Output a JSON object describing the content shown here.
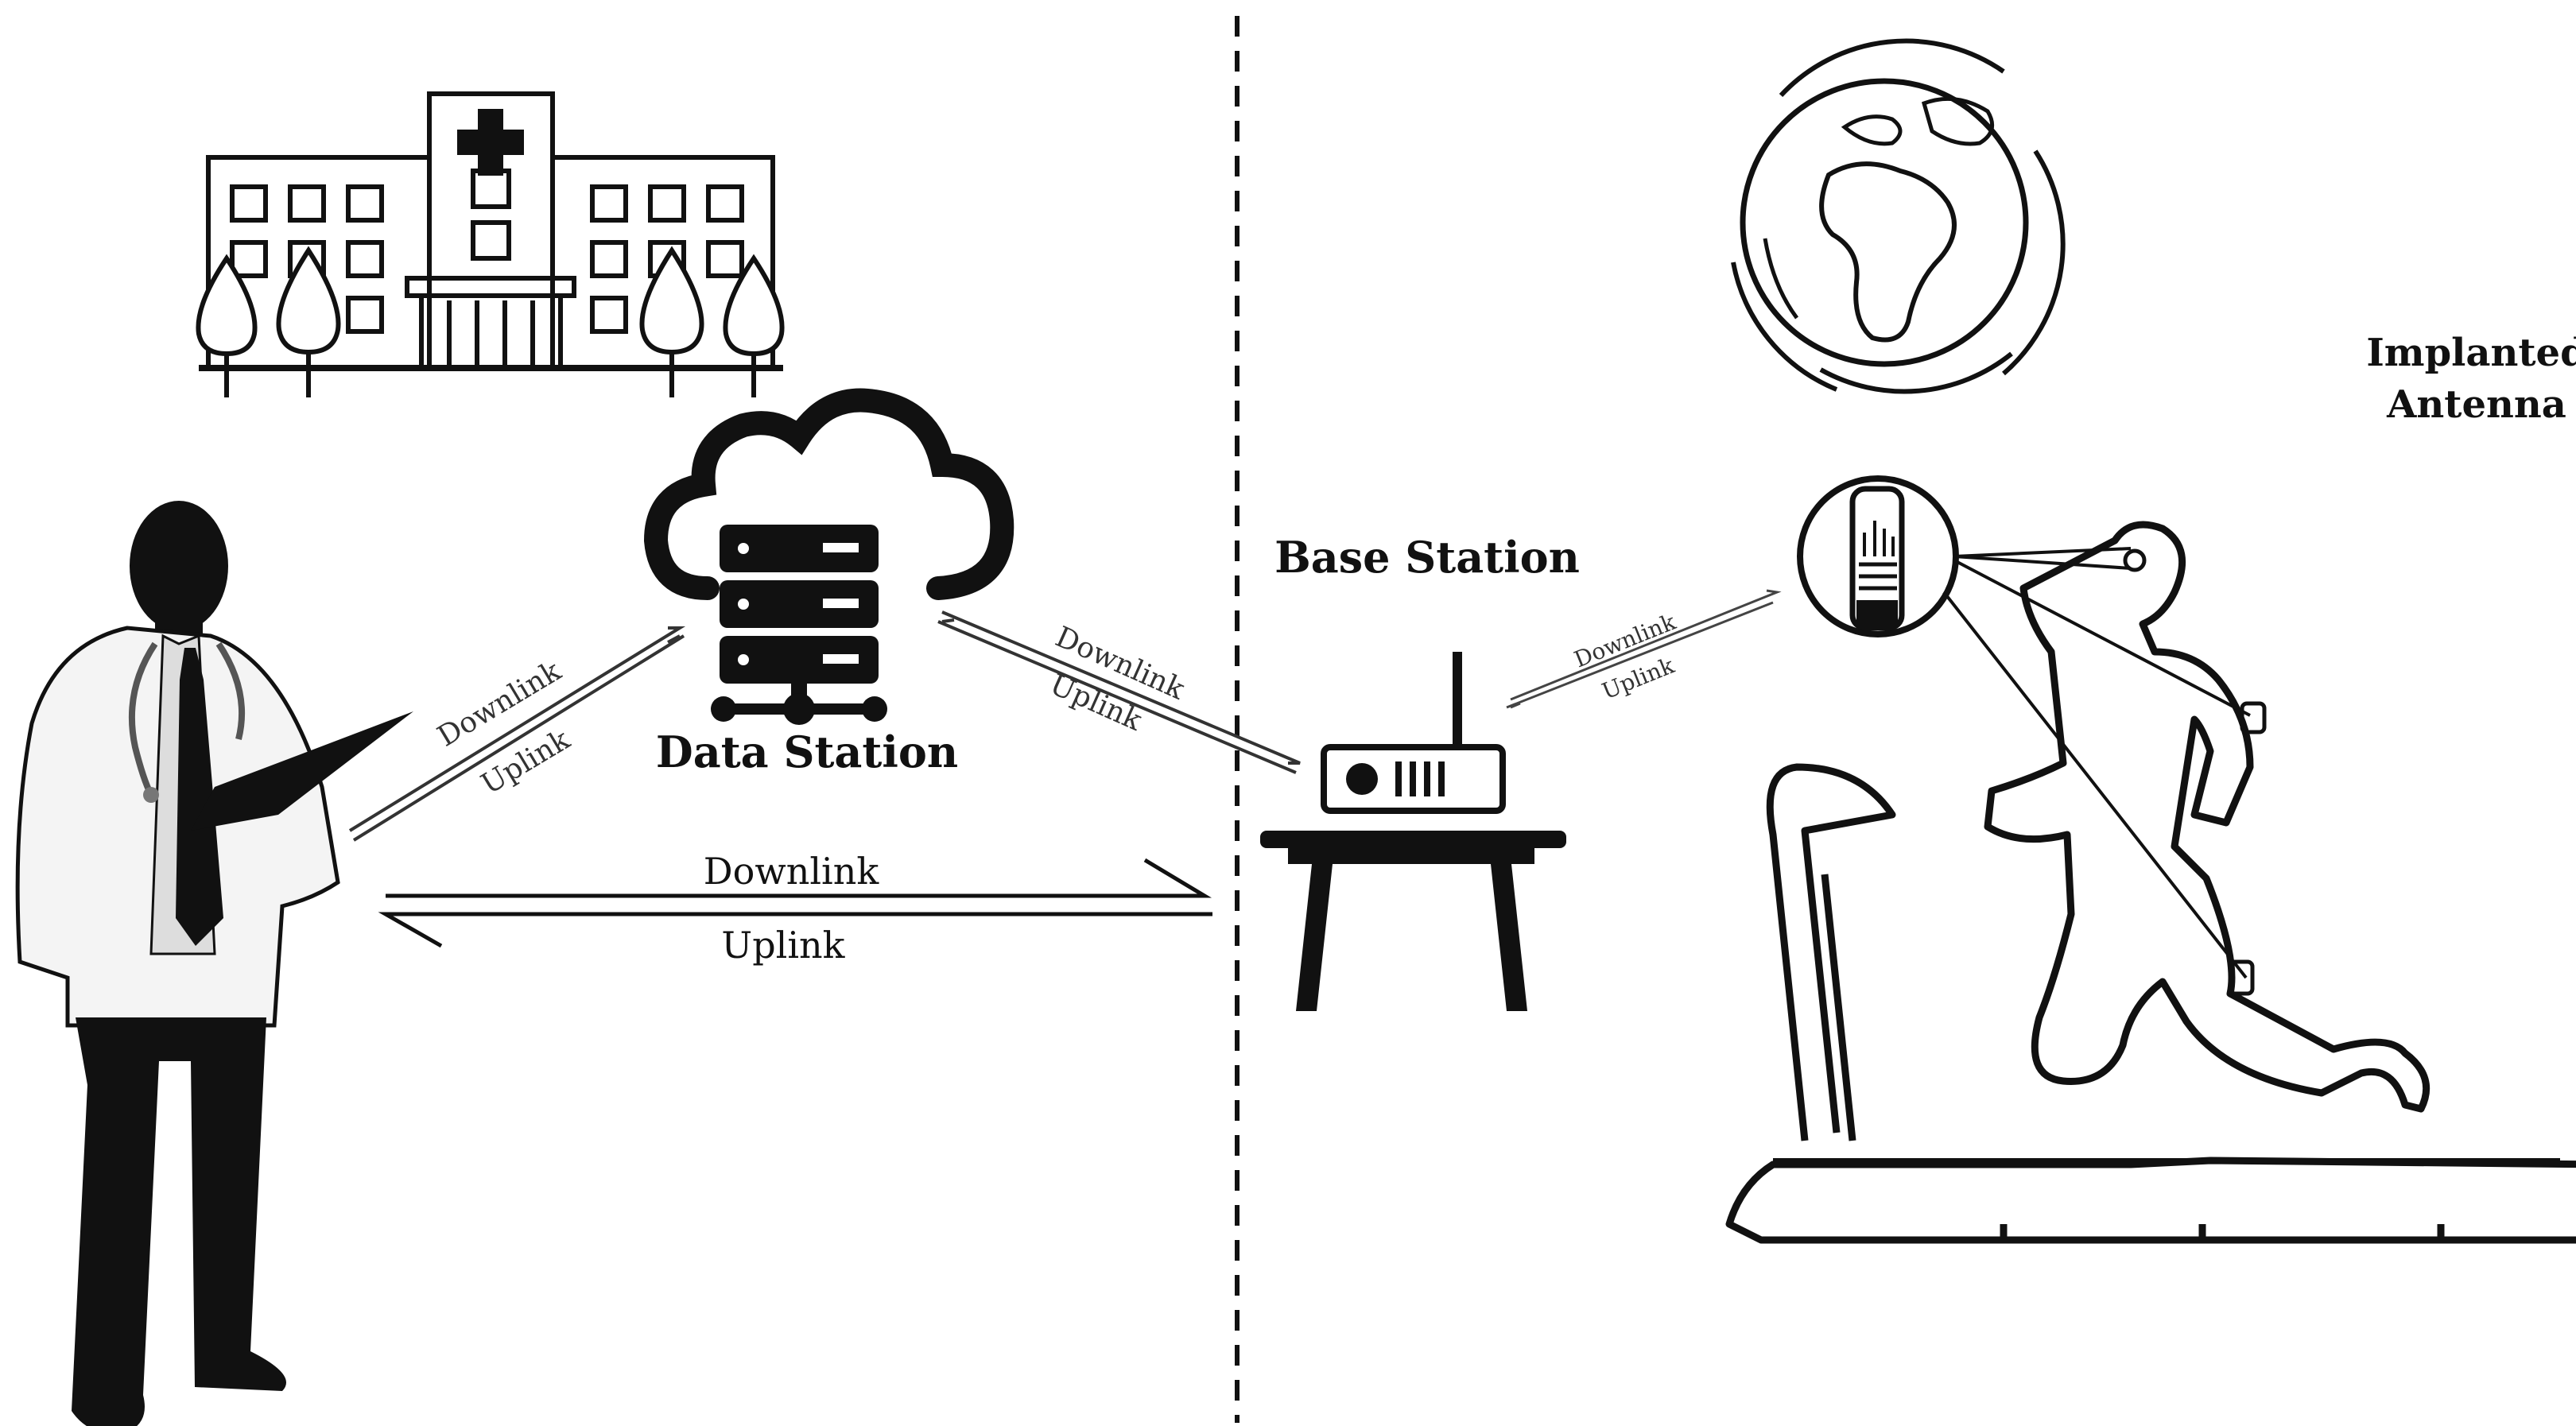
{
  "labels": {
    "data_station": "Data Station",
    "base_station": "Base Station",
    "implanted_antenna_line1": "Implanted",
    "implanted_antenna_line2": "Antenna"
  },
  "links": {
    "doctor_data": {
      "downlink": "Downlink",
      "uplink": "Uplink"
    },
    "data_base": {
      "downlink": "Downlink",
      "uplink": "Uplink"
    },
    "doctor_base": {
      "downlink": "Downlink",
      "uplink": "Uplink"
    },
    "base_patient": {
      "downlink": "Downlink",
      "uplink": "Uplink"
    }
  },
  "icons": {
    "hospital": "hospital-icon",
    "globe": "globe-icon",
    "doctor": "doctor-icon",
    "cloud_server": "cloud-server-icon",
    "router": "router-icon",
    "table": "table-icon",
    "runner": "runner-on-treadmill-icon",
    "antenna_zoom": "implanted-antenna-zoom-icon"
  },
  "colors": {
    "ink": "#111111",
    "background": "#ffffff"
  }
}
